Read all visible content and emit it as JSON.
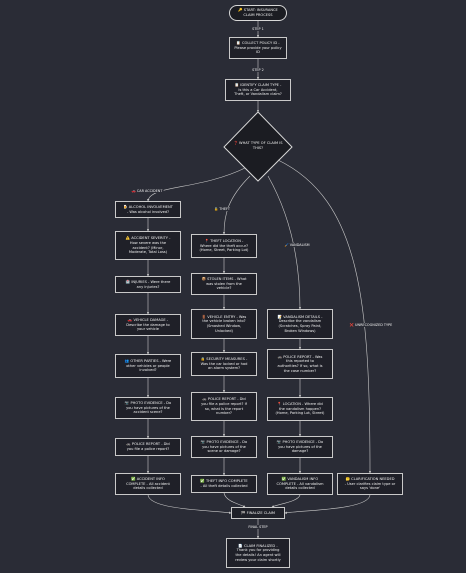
{
  "nodes": {
    "start": "🔑 START: INSURANCE\nCLAIM PROCESS",
    "collect_policy": "📋 COLLECT POLICY ID -\nPlease provide your policy\nID",
    "identify_type": "📋 IDENTIFY CLAIM TYPE -\nIs this a Car Accident,\nTheft, or Vandalism claim?",
    "decision": "❓ WHAT TYPE OF CLAIM IS\nTHIS?",
    "car_alcohol": "🍺 ALCOHOL INVOLVEMENT\n- Was alcohol involved?",
    "car_severity": "⚠️ ACCIDENT SEVERITY -\nHow severe was the\naccident? (Minor,\nModerate, Total Loss)",
    "car_injuries": "🏥 INJURIES - Were there\nany injuries?",
    "car_damage": "🚗 VEHICLE DAMAGE -\nDescribe the damage to\nyour vehicle",
    "car_other": "👥 OTHER PARTIES - Were\nother vehicles or people\ninvolved?",
    "car_photo": "📷 PHOTO EVIDENCE - Do\nyou have pictures of the\naccident scene?",
    "car_police": "🚓 POLICE REPORT - Did\nyou file a police report?",
    "car_complete": "✅ ACCIDENT INFO\nCOMPLETE - All accident\ndetails collected",
    "theft_location": "📍 THEFT LOCATION -\nWhere did the theft occur?\n(Home, Street, Parking Lot)",
    "theft_items": "📦 STOLEN ITEMS - What\nwas stolen from the\nvehicle?",
    "theft_entry": "🚪 VEHICLE ENTRY - Was\nthe vehicle broken into?\n(Smashed Window,\nUnlocked)",
    "theft_security": "🔒 SECURITY MEASURES -\nWas the car locked or had\nan alarm system?",
    "theft_police": "🚓 POLICE REPORT - Did\nyou file a police report? If\nso, what is the report\nnumber?",
    "theft_photo": "📷 PHOTO EVIDENCE - Do\nyou have pictures of the\nscene or damage?",
    "theft_complete": "✅ THEFT INFO COMPLETE\n- All theft details collected",
    "vand_details": "📝 VANDALISM DETAILS -\nDescribe the vandalism\n(Scratches, Spray Paint,\nBroken Windows)",
    "vand_police": "🚓 POLICE REPORT - Was\nthis reported to\nauthorities? If so, what is\nthe case number?",
    "vand_location": "📍 LOCATION - Where did\nthe vandalism happen?\n(Home, Parking Lot, Street)",
    "vand_photo": "📷 PHOTO EVIDENCE - Do\nyou have pictures of the\ndamage?",
    "vand_complete": "✅ VANDALISM INFO\nCOMPLETE - All vandalism\ndetails collected",
    "clarification": "🤔 CLARIFICATION NEEDED\n- User clarifies claim type or\nsays 'done'",
    "finalize": "🏁 FINALIZE CLAIM",
    "finalized": "📄 CLAIM FINALIZED -\nThank you for providing\nthe details! An agent will\nreview your claim shortly"
  },
  "edge_labels": {
    "step1": "STEP 1",
    "step2": "STEP 2",
    "car": "🚗 CAR ACCIDENT",
    "theft": "🔓 THEFT",
    "vandalism": "🖌️ VANDALISM",
    "unrecognized": "❌ UNRECOGNIZED TYPE",
    "final": "FINAL STEP"
  },
  "colors": {
    "background": "#2a2c36",
    "node_fill": "#1f2028",
    "node_border": "#c9c9c9",
    "edge": "#c9c9c9"
  }
}
